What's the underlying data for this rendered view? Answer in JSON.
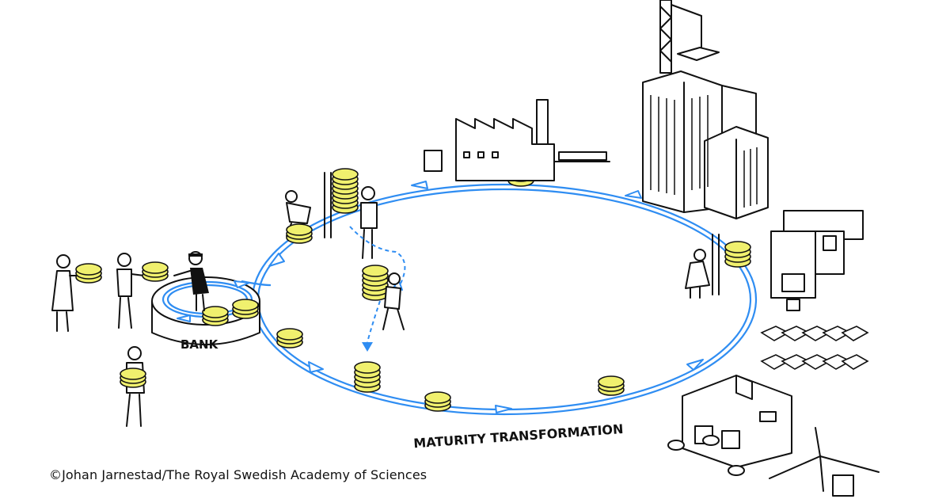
{
  "labels": {
    "bank": "BANK",
    "process": "MATURITY TRANSFORMATION"
  },
  "credit": "©Johan Jarnestad/The Royal Swedish Academy of Sciences",
  "colors": {
    "flow": "#2f8df2",
    "coin": "#f0f06e",
    "ink": "#111111",
    "background": "#ffffff"
  },
  "icons": [
    "person-icon",
    "coin-stack-icon",
    "factory-icon",
    "office-tower-icon",
    "crane-icon",
    "warehouse-icon",
    "wind-turbine-icon",
    "car-fleet-icon",
    "machine-icon"
  ]
}
